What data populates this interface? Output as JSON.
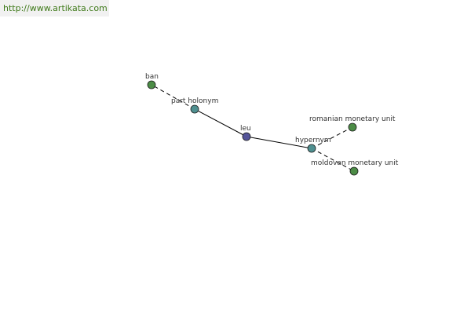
{
  "site": {
    "url": "http://www.artikata.com"
  },
  "colors": {
    "center_node": "#555599",
    "relation_node": "#4f9090",
    "leaf_node": "#4c8c46",
    "url_text": "#3f7a1a"
  },
  "graph": {
    "nodes": [
      {
        "id": "ban",
        "label": "ban",
        "kind": "leaf"
      },
      {
        "id": "part_holonym",
        "label": "part holonym",
        "kind": "relation"
      },
      {
        "id": "leu",
        "label": "leu",
        "kind": "center"
      },
      {
        "id": "hypernym",
        "label": "hypernym",
        "kind": "relation"
      },
      {
        "id": "romanian",
        "label": "romanian monetary unit",
        "kind": "leaf"
      },
      {
        "id": "moldovan",
        "label": "moldovan monetary unit",
        "kind": "leaf"
      }
    ],
    "edges": [
      {
        "from": "leu",
        "to": "part_holonym",
        "style": "solid"
      },
      {
        "from": "part_holonym",
        "to": "ban",
        "style": "dashed"
      },
      {
        "from": "leu",
        "to": "hypernym",
        "style": "solid"
      },
      {
        "from": "hypernym",
        "to": "romanian",
        "style": "dashed"
      },
      {
        "from": "hypernym",
        "to": "moldovan",
        "style": "dashed"
      }
    ]
  }
}
